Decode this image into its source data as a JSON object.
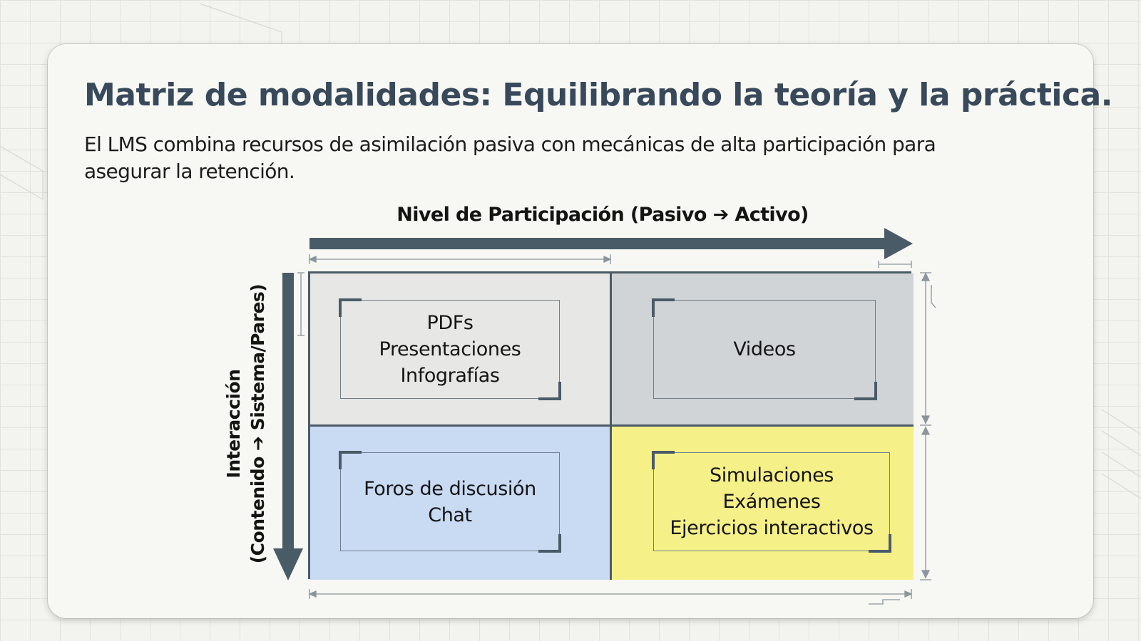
{
  "slide": {
    "title": "Matriz de modalidades: Equilibrando la teoría y la práctica.",
    "subtitle": "El LMS combina recursos de asimilación pasiva con mecánicas de alta participación para asegurar la retención."
  },
  "axes": {
    "x_label": "Nivel de Participación (Pasivo ➔ Activo)",
    "y_label_line1": "Interacción",
    "y_label_line2": "(Contenido ➔ Sistema/Pares)",
    "x_arrow_direction": "right",
    "y_arrow_direction": "down"
  },
  "colors": {
    "axis_arrow": "#4a5b68",
    "title": "#37495a",
    "quadrant_top_left": "#e7e7e5",
    "quadrant_top_right": "#d0d4d6",
    "quadrant_bottom_left": "#c9daf3",
    "quadrant_bottom_right": "#f6f089"
  },
  "quadrants": [
    {
      "position": "top-left",
      "items": [
        "PDFs",
        "Presentaciones",
        "Infografías"
      ]
    },
    {
      "position": "top-right",
      "items": [
        "Videos"
      ]
    },
    {
      "position": "bottom-left",
      "items": [
        "Foros de discusión",
        "Chat"
      ]
    },
    {
      "position": "bottom-right",
      "items": [
        "Simulaciones",
        "Exámenes",
        "Ejercicios interactivos"
      ]
    }
  ]
}
